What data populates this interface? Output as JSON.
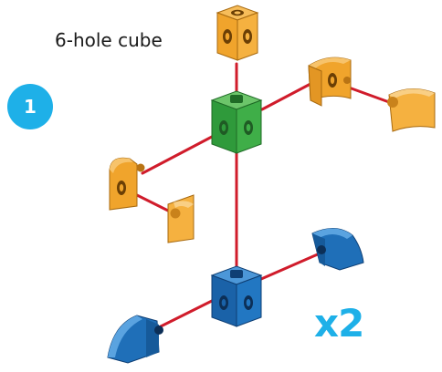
{
  "step": {
    "number": "1"
  },
  "callout": {
    "text": "6-hole cube"
  },
  "quantity": {
    "text": "x2"
  },
  "colors": {
    "orange": "#f5a733",
    "green": "#3aa845",
    "blue": "#1f6fb8",
    "connector": "#d01c2b",
    "badge": "#1eb0e8"
  },
  "parts": [
    {
      "name": "top-six-hole-cube",
      "color": "orange",
      "type": "cube"
    },
    {
      "name": "center-cube",
      "color": "green",
      "type": "cube"
    },
    {
      "name": "right-curved-block",
      "color": "orange",
      "type": "curved"
    },
    {
      "name": "right-curved-cap",
      "color": "orange",
      "type": "cap"
    },
    {
      "name": "left-curved-block",
      "color": "orange",
      "type": "curved"
    },
    {
      "name": "left-curved-cap",
      "color": "orange",
      "type": "cap"
    },
    {
      "name": "bottom-cube",
      "color": "blue",
      "type": "cube"
    },
    {
      "name": "bottom-right-curved-block",
      "color": "blue",
      "type": "curved"
    },
    {
      "name": "bottom-left-curved-block",
      "color": "blue",
      "type": "curved"
    }
  ]
}
